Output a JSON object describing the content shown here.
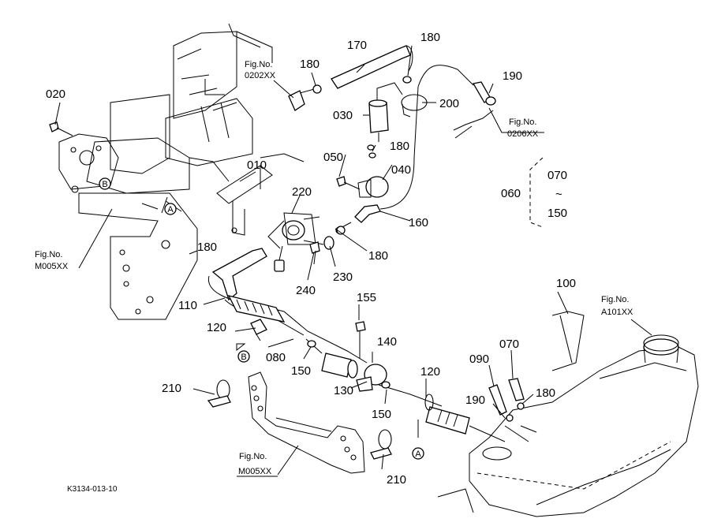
{
  "part_labels": {
    "p020": "020",
    "p010": "010",
    "p030": "030",
    "p040": "040",
    "p050": "050",
    "p060": "060",
    "p070a": "070",
    "p070b": "070",
    "p080": "080",
    "p090": "090",
    "p100": "100",
    "p110": "110",
    "p120a": "120",
    "p120b": "120",
    "p130": "130",
    "p140": "140",
    "p150a": "150",
    "p150b": "150",
    "p150c": "150",
    "p155": "155",
    "p160": "160",
    "p170": "170",
    "p180a": "180",
    "p180b": "180",
    "p180c": "180",
    "p180d": "180",
    "p180e": "180",
    "p180f": "180",
    "p190a": "190",
    "p190b": "190",
    "p200": "200",
    "p210a": "210",
    "p210b": "210",
    "p220": "220",
    "p230": "230",
    "p240": "240",
    "range_tilde": "~"
  },
  "fig_refs": {
    "r0202": {
      "line1": "Fig.No.",
      "line2": "0202XX"
    },
    "r0206": {
      "line1": "Fig.No.",
      "line2": "0206XX"
    },
    "rM005a": {
      "line1": "Fig.No.",
      "line2": "M005XX"
    },
    "rM005b": {
      "line1": "Fig.No.",
      "line2": "M005XX"
    },
    "rA101": {
      "line1": "Fig.No.",
      "line2": "A101XX"
    }
  },
  "markers": {
    "a1": "A",
    "a2": "A",
    "b1": "B",
    "b2": "B"
  },
  "drawing_code": "K3134-013-10"
}
